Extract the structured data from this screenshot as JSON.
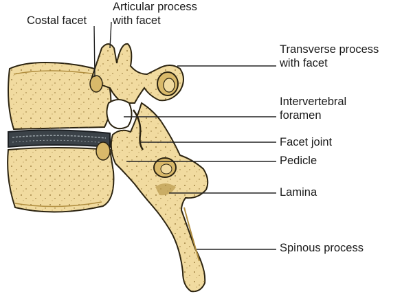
{
  "labels": {
    "articular_process": "Articular process",
    "costal_facet": "Costal facet",
    "with_facet_top": "with facet",
    "transverse_process_1": "Transverse process",
    "transverse_process_2": "with facet",
    "intervertebral_foramen_1": "Intervertebral",
    "intervertebral_foramen_2": "foramen",
    "facet_joint": "Facet  joint",
    "pedicle": "Pedicle",
    "lamina": "Lamina",
    "spinous_process": "Spinous  process"
  },
  "colors": {
    "bone": "#f1dba0",
    "bone_shade": "#d9b96a",
    "bone_dark": "#b08d3e",
    "outline": "#2b2310",
    "disc": "#3b4248",
    "disc_highlight": "#9aa3a8",
    "leader": "#222222"
  }
}
